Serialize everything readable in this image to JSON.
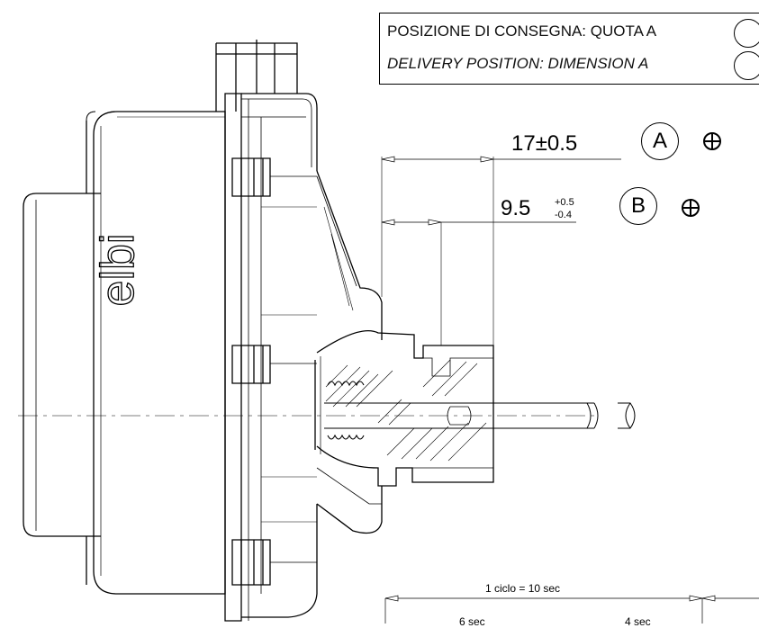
{
  "notes": {
    "line_it": "POSIZIONE DI CONSEGNA: QUOTA  A",
    "line_en": "DELIVERY POSITION: DIMENSION  A"
  },
  "dimensions": {
    "a_value": "17±0.5",
    "b_value": "9.5",
    "b_tol_plus": "+0.5",
    "b_tol_minus": "-0.4"
  },
  "bubbles": {
    "a_label": "A",
    "b_label": "B"
  },
  "logo_text": "elbi",
  "timing": {
    "cycle_label": "1 ciclo = 10 sec",
    "seg1_label": "6 sec",
    "seg2_label": "4 sec"
  }
}
